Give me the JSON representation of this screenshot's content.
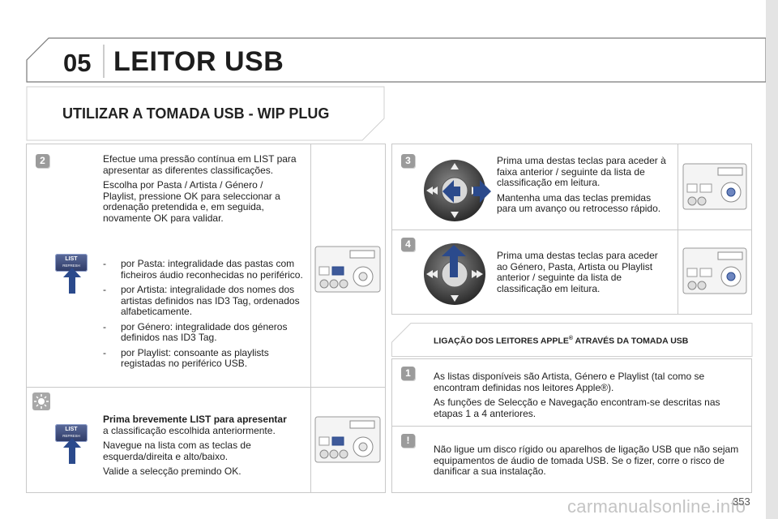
{
  "header": {
    "chapter_number": "05",
    "chapter_title": "LEITOR USB"
  },
  "section_title": "UTILIZAR A TOMADA USB - WIP PLUG",
  "step2": {
    "badge": "2",
    "para1": "Efectue uma pressão contínua em LIST para apresentar as diferentes classificações.",
    "para2": "Escolha por Pasta / Artista / Género / Playlist, pressione OK para seleccionar a ordenação pretendida e, em seguida, novamente OK para validar.",
    "bullets": [
      "por Pasta: integralidade das pastas com ficheiros áudio reconhecidas no periférico.",
      "por Artista: integralidade dos nomes dos artistas definidos nas ID3 Tag, ordenados alfabeticamente.",
      "por Género: integralidade dos géneros definidos nas ID3 Tag.",
      "por Playlist: consoante as playlists registadas no periférico USB."
    ],
    "bullet_dash": "-",
    "list_button": {
      "line1": "LIST",
      "line2": "REFRESH"
    }
  },
  "tip": {
    "bold": "Prima brevemente LIST para apresentar",
    "text1": "a classificação escolhida anteriormente.",
    "para2": "Navegue na lista com as teclas de esquerda/direita e alto/baixo.",
    "para3": "Valide a selecção premindo OK.",
    "list_button": {
      "line1": "LIST",
      "line2": "REFRESH"
    }
  },
  "step3": {
    "badge": "3",
    "para1": "Prima uma destas teclas para aceder à faixa anterior / seguinte da lista de classificação em leitura.",
    "para2": "Mantenha uma das teclas premidas para um avanço ou retrocesso rápido."
  },
  "step4": {
    "badge": "4",
    "para1": "Prima uma destas teclas para aceder ao Género, Pasta, Artista ou Playlist anterior / seguinte da lista de classificação em leitura."
  },
  "apple": {
    "title_a": "LIGAÇÃO DOS LEITORES APPLE",
    "title_sup": "®",
    "title_b": " ATRAVÉS DA TOMADA USB",
    "badge": "1",
    "para1": "As listas disponíveis são Artista, Género e Playlist (tal como se encontram definidas nos leitores Apple®).",
    "para2": "As funções de Selecção e Navegação encontram-se descritas nas etapas 1 a 4 anteriores."
  },
  "warning": {
    "badge": "!",
    "text": "Não ligue um disco rígido ou aparelhos de ligação USB que não sejam equipamentos de áudio de tomada USB. Se o fizer, corre o risco de danificar a sua instalação."
  },
  "page_number": "353",
  "watermark": "carmanualsonline.info",
  "colors": {
    "arrow_blue": "#2b4a8c",
    "panel_border": "#c9c9c9",
    "badge_grey": "#9b9b9b"
  }
}
